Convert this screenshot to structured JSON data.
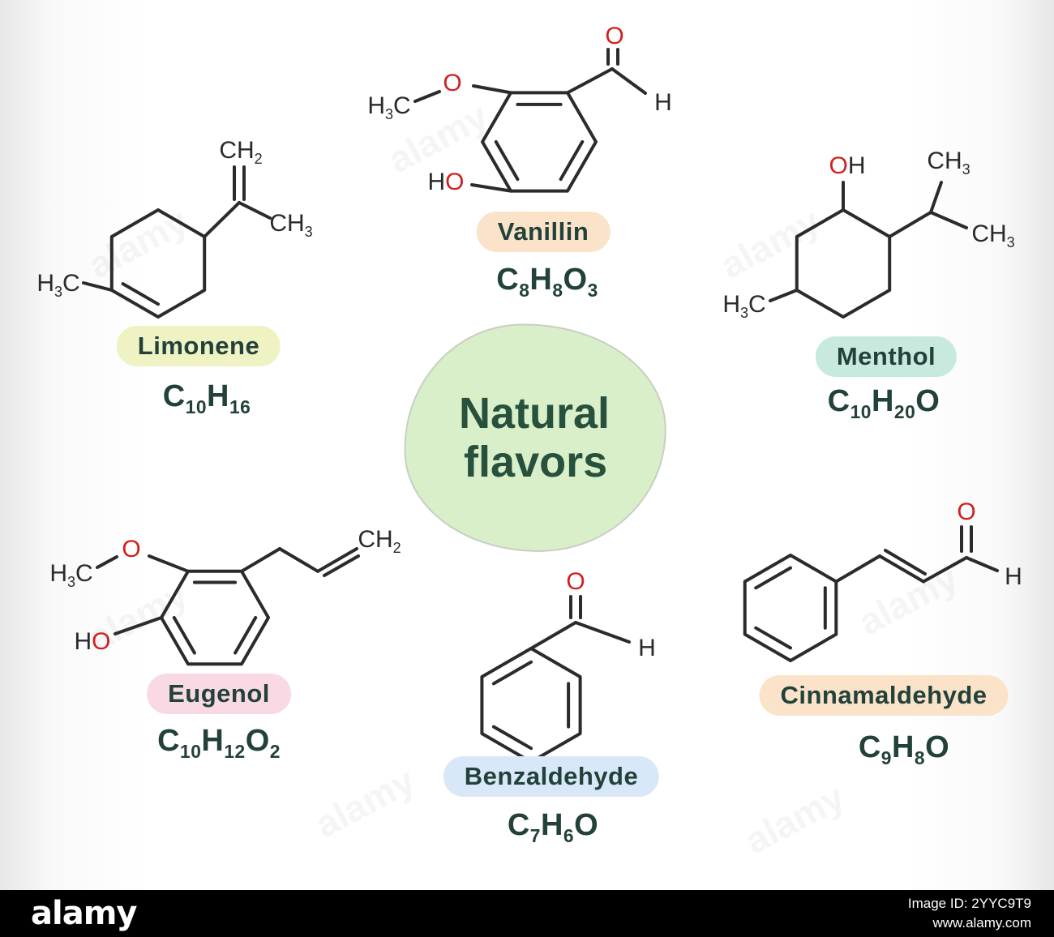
{
  "title": {
    "line1": "Natural",
    "line2": "flavors"
  },
  "colors": {
    "bond": "#2b2b2b",
    "red": "#cf2020",
    "ink": "#21413a",
    "title": "#27513d"
  },
  "compounds": [
    {
      "name": "Limonene",
      "pill_color": "#eff3c3",
      "formula": [
        [
          "C",
          "10"
        ],
        [
          "H",
          "16"
        ]
      ],
      "atoms": {
        "ch2": [
          [
            "CH",
            "2"
          ]
        ],
        "ch3": [
          [
            "CH",
            "3"
          ]
        ],
        "h3c": [
          [
            "H",
            "3"
          ],
          [
            "C",
            ""
          ]
        ]
      }
    },
    {
      "name": "Vanillin",
      "pill_color": "#fae3c8",
      "formula": [
        [
          "C",
          "8"
        ],
        [
          "H",
          "8"
        ],
        [
          "O",
          "3"
        ]
      ],
      "atoms": {
        "o_carbonyl": "O",
        "h_aldehyde": "H",
        "o_methoxy": "O",
        "h3c": [
          [
            "H",
            "3"
          ],
          [
            "C",
            ""
          ]
        ],
        "h_hydroxyl": "H",
        "o_hydroxyl": "O"
      }
    },
    {
      "name": "Menthol",
      "pill_color": "#c8e9de",
      "formula": [
        [
          "C",
          "10"
        ],
        [
          "H",
          "20"
        ],
        [
          "O",
          ""
        ]
      ],
      "atoms": {
        "o_hydroxyl": "O",
        "h_hydroxyl": "H",
        "ch3_top": [
          [
            "CH",
            "3"
          ]
        ],
        "ch3_right": [
          [
            "CH",
            "3"
          ]
        ],
        "h3c": [
          [
            "H",
            "3"
          ],
          [
            "C",
            ""
          ]
        ]
      }
    },
    {
      "name": "Eugenol",
      "pill_color": "#f9dae4",
      "formula": [
        [
          "C",
          "10"
        ],
        [
          "H",
          "12"
        ],
        [
          "O",
          "2"
        ]
      ],
      "atoms": {
        "o_methoxy": "O",
        "h3c": [
          [
            "H",
            "3"
          ],
          [
            "C",
            ""
          ]
        ],
        "h_hydroxyl": "H",
        "o_hydroxyl": "O",
        "ch2": [
          [
            "CH",
            "2"
          ]
        ]
      }
    },
    {
      "name": "Benzaldehyde",
      "pill_color": "#d9e8f8",
      "formula": [
        [
          "C",
          "7"
        ],
        [
          "H",
          "6"
        ],
        [
          "O",
          ""
        ]
      ],
      "atoms": {
        "o_carbonyl": "O",
        "h_aldehyde": "H"
      }
    },
    {
      "name": "Cinnamaldehyde",
      "pill_color": "#fae3c8",
      "formula": [
        [
          "C",
          "9"
        ],
        [
          "H",
          "8"
        ],
        [
          "O",
          ""
        ]
      ],
      "atoms": {
        "o_carbonyl": "O",
        "h_aldehyde": "H"
      }
    }
  ],
  "watermark_text": "alamy",
  "footer": {
    "brand": "alamy",
    "image_id": "Image ID: 2YYC9T9",
    "url": "www.alamy.com"
  }
}
